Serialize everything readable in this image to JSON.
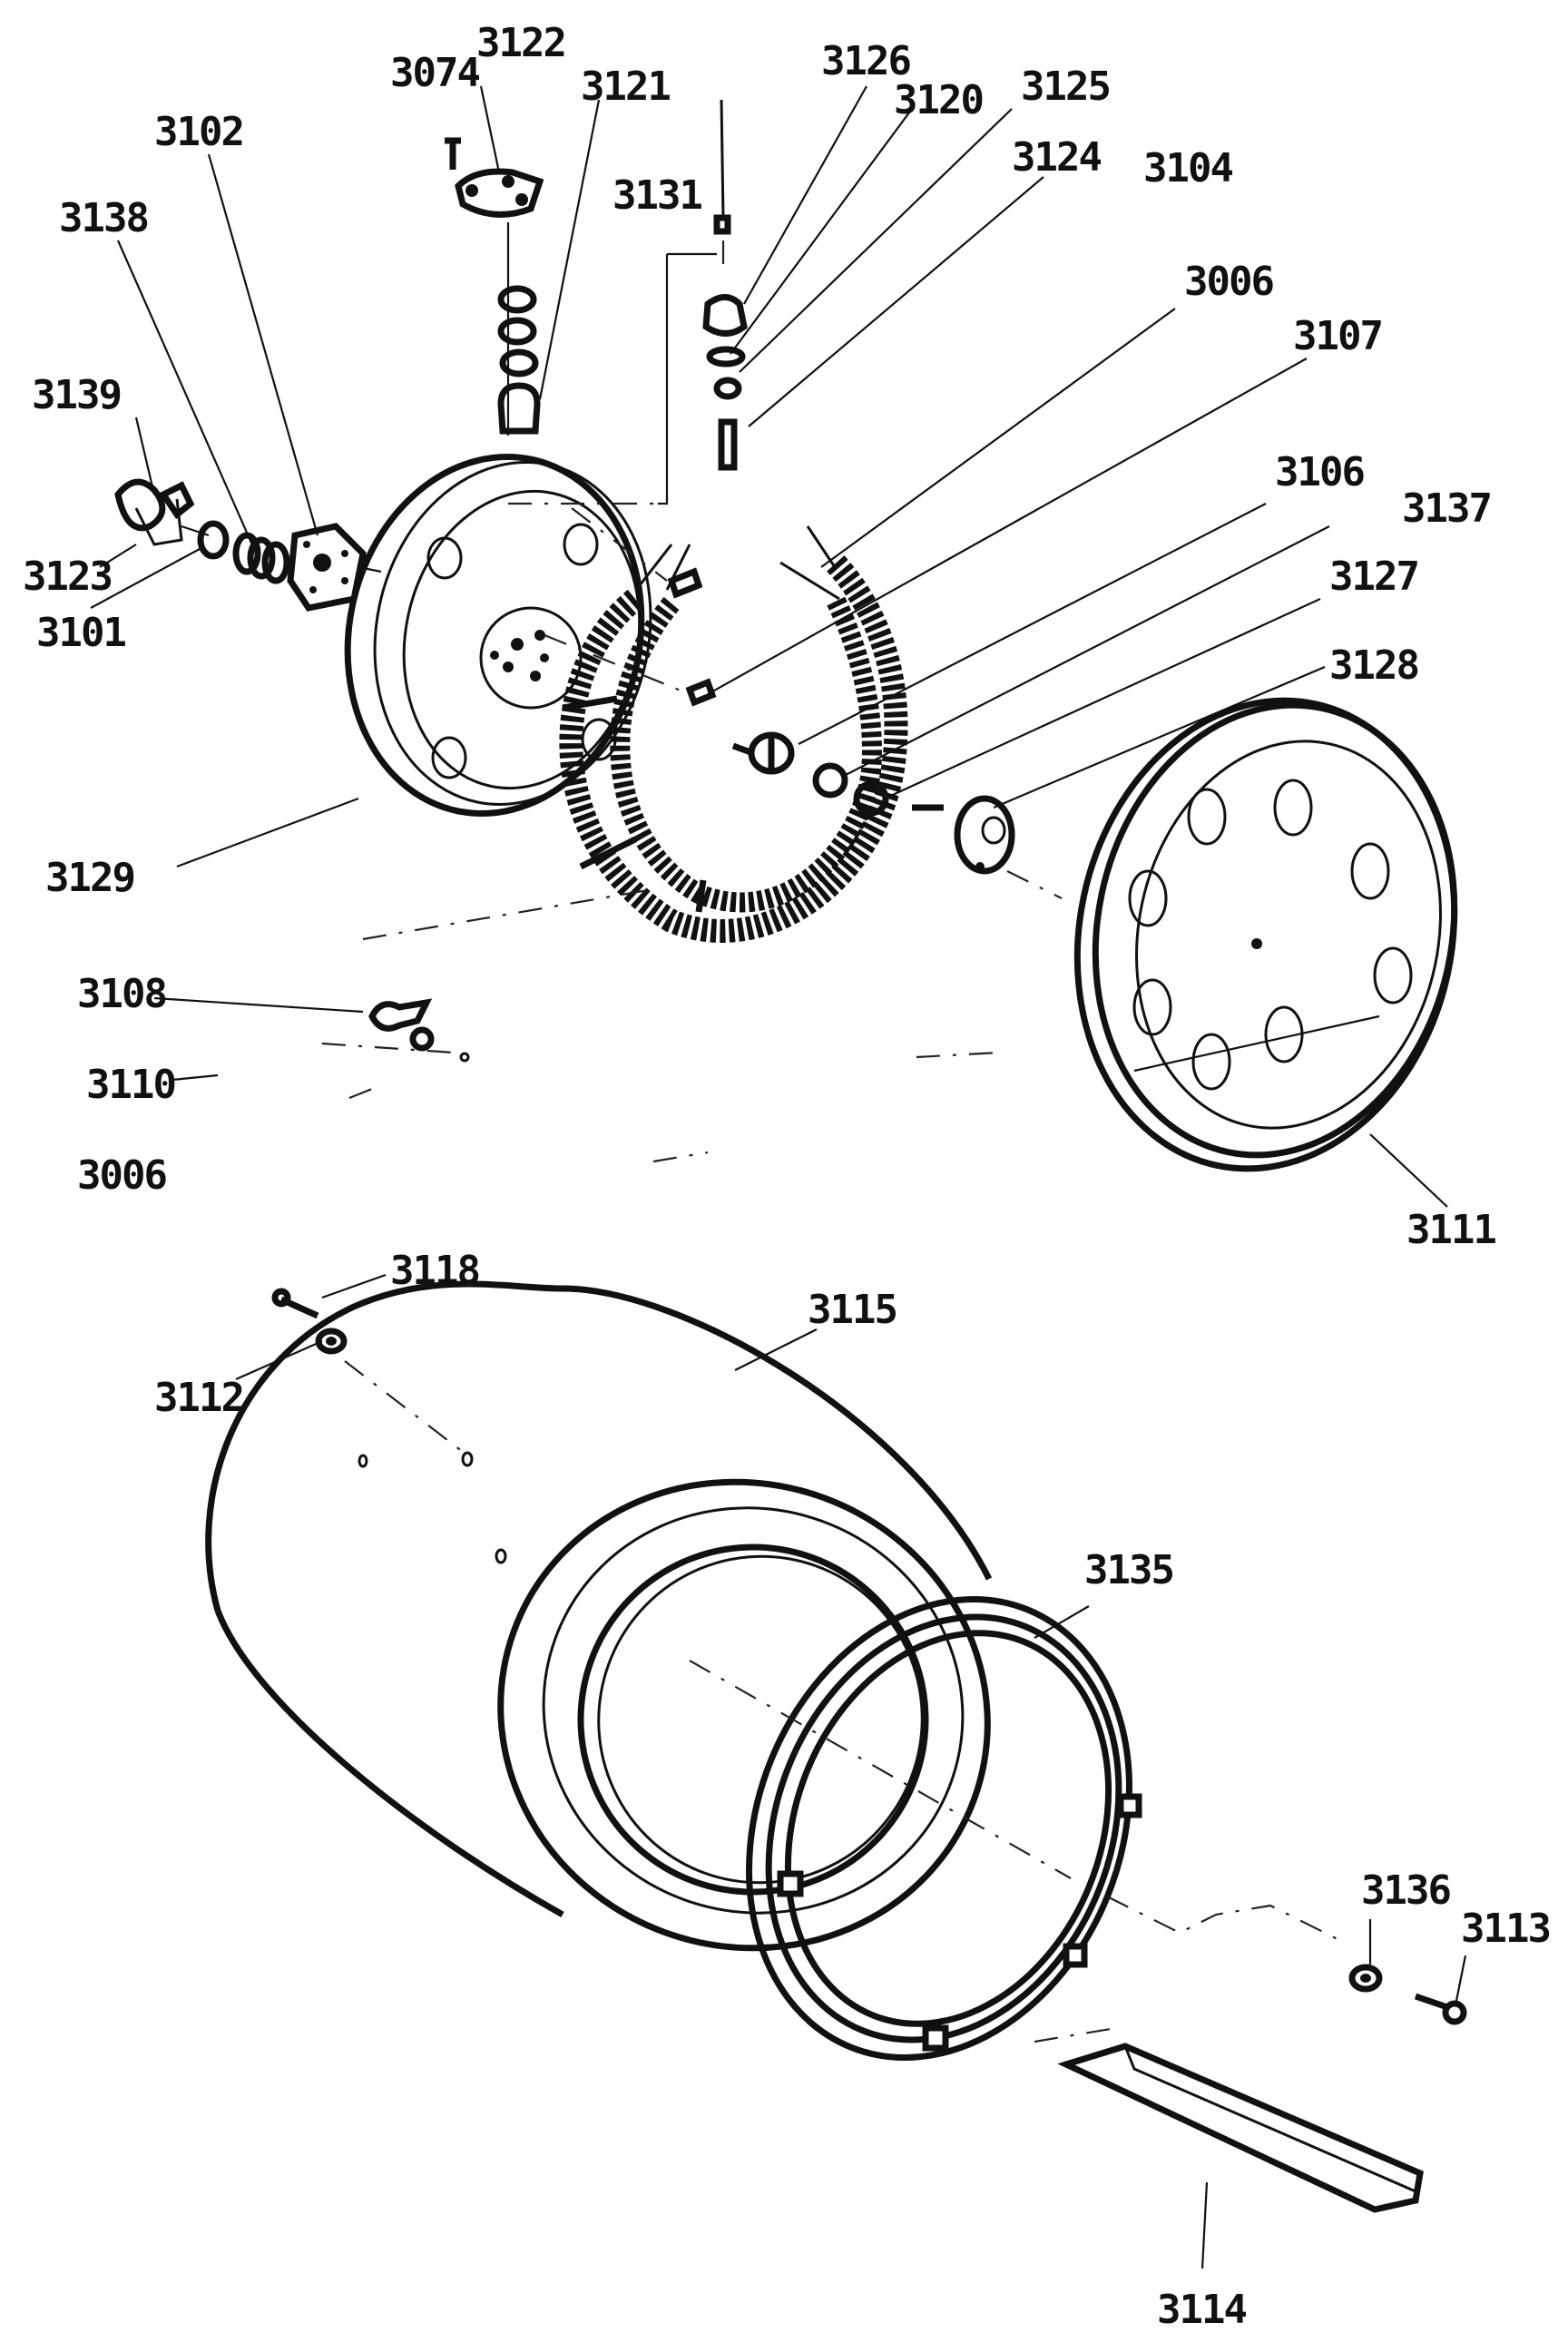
{
  "labels": {
    "p3074": "3074",
    "p3122": "3122",
    "p3121": "3121",
    "p3126": "3126",
    "p3120": "3120",
    "p3125": "3125",
    "p3102": "3102",
    "p3124": "3124",
    "p3104": "3104",
    "p3131": "3131",
    "p3138": "3138",
    "p3006a": "3006",
    "p3107": "3107",
    "p3139": "3139",
    "p3106": "3106",
    "p3137": "3137",
    "p3127": "3127",
    "p3123": "3123",
    "p3101": "3101",
    "p3128": "3128",
    "p3129": "3129",
    "p3108": "3108",
    "p3110": "3110",
    "p3006b": "3006",
    "p3111": "3111",
    "p3118": "3118",
    "p3115": "3115",
    "p3112": "3112",
    "p3135": "3135",
    "p3136": "3136",
    "p3113": "3113",
    "p3114": "3114"
  },
  "colors": {
    "ink": "#111111",
    "paper": "#ffffff"
  }
}
